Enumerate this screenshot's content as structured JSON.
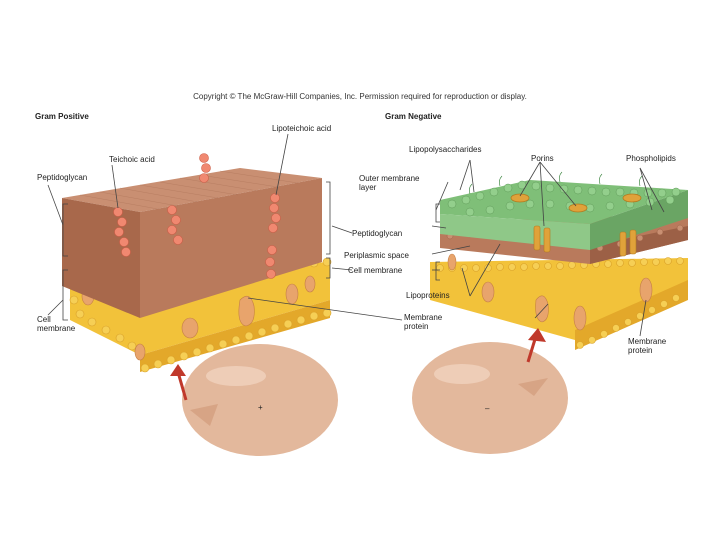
{
  "copyright": "Copyright © The McGraw-Hill Companies, Inc. Permission required for reproduction or display.",
  "gram_positive": {
    "title": "Gram Positive",
    "labels": {
      "lipoteichoic_acid": "Lipoteichoic acid",
      "teichoic_acid": "Teichoic acid",
      "peptidoglycan": "Peptidoglycan",
      "cell_membrane": "Cell membrane"
    },
    "cell_sign": "+"
  },
  "gram_negative": {
    "title": "Gram Negative",
    "labels": {
      "lipopolysaccharides": "Lipopolysaccharides",
      "porins": "Porins",
      "phospholipids": "Phospholipids",
      "outer_membrane_layer": "Outer membrane layer",
      "peptidoglycan": "Peptidoglycan",
      "periplasmic_space": "Periplasmic space",
      "cell_membrane": "Cell membrane",
      "lipoproteins": "Lipoproteins",
      "membrane_protein_center": "Membrane protein",
      "membrane_protein_right": "Membrane protein"
    },
    "cell_sign": "–"
  },
  "colors": {
    "peptidoglycan": "#b97a5c",
    "peptidoglycan_top": "#c98f72",
    "membrane": "#f2c23a",
    "protein": "#e8a46c",
    "teichoic": "#f08870",
    "outer_membrane": "#7fbf78",
    "cell_body": "#e3b89c",
    "arrow": "#c0392b"
  }
}
